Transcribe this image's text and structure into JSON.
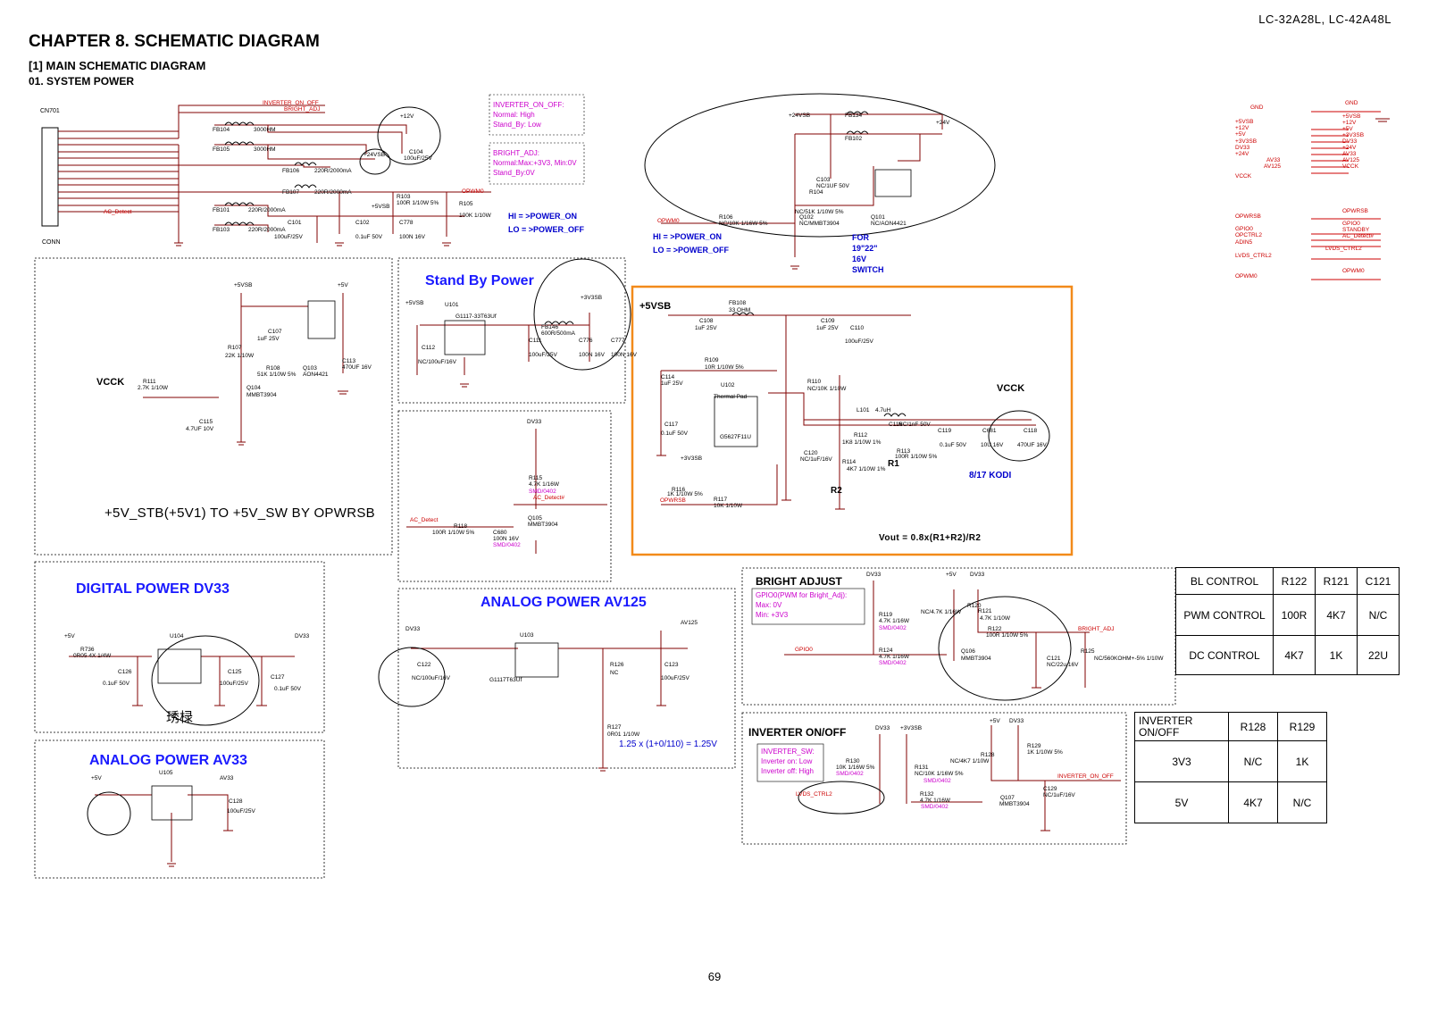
{
  "header": {
    "model": "LC-32A28L, LC-42A48L",
    "chapter": "CHAPTER 8. SCHEMATIC DIAGRAM",
    "section": "[1] MAIN SCHEMATIC DIAGRAM",
    "subsection": "01. SYSTEM POWER"
  },
  "sections": {
    "standby": "Stand By Power",
    "digital": "DIGITAL POWER DV33",
    "analog125": "ANALOG POWER AV125",
    "analog33": "ANALOG POWER AV33",
    "bright": "BRIGHT ADJUST",
    "inverter": "INVERTER ON/OFF"
  },
  "notes": {
    "stb_switch": "+5V_STB(+5V1) TO +5V_SW BY OPWRSB",
    "vout": "Vout = 0.8x(R1+R2)/R2",
    "av125_formula": "1.25 x (1+0/110) = 1.25V",
    "kodi": "8/17 KODI",
    "for_switch": [
      "FOR",
      "19\"22\"",
      "16V",
      "SWITCH"
    ],
    "power_on": "HI = >POWER_ON",
    "power_off": "LO = >POWER_OFF",
    "power_on2": "HI = >POWER_ON",
    "power_off2": "LO = >POWER_OFF",
    "inv_note": [
      "INVERTER_ON_OFF:",
      "Normal: High",
      "Stand_By: Low"
    ],
    "bright_note": [
      "BRIGHT_ADJ:",
      "Normal:Max:+3V3, Min:0V",
      "Stand_By:0V"
    ],
    "gpio_note": [
      "GPIO0(PWM for Bright_Adj):",
      "Max: 0V",
      "Min: +3V3"
    ],
    "inv_sw_note": [
      "INVERTER_SW:",
      "Inverter on: Low",
      "Inverter off: High"
    ],
    "rail_5vsb": "+5VSB",
    "vcck1": "VCCK",
    "vcck2": "VCCK",
    "r1": "R1",
    "r2": "R2",
    "conn_label": "CN701",
    "conn_sub": "CONN",
    "chinese": "琇椂"
  },
  "labels": [
    {
      "t": "INVERTER_ON_OFF",
      "c": "r"
    },
    {
      "t": "BRIGHT_ADJ",
      "c": "r"
    },
    {
      "t": "AC_Detect",
      "c": "r"
    },
    {
      "t": "OPWM0",
      "c": "r"
    },
    {
      "t": "+12V",
      "c": "k"
    },
    {
      "t": "+24VSB",
      "c": "k"
    },
    {
      "t": "+5VSB",
      "c": "k"
    },
    {
      "t": "FB104",
      "c": "k"
    },
    {
      "t": "FB105",
      "c": "k"
    },
    {
      "t": "FB106",
      "c": "k"
    },
    {
      "t": "FB107",
      "c": "k"
    },
    {
      "t": "FB101",
      "c": "k"
    },
    {
      "t": "FB103",
      "c": "k"
    },
    {
      "t": "3000HM",
      "c": "k"
    },
    {
      "t": "3000HM",
      "c": "k"
    },
    {
      "t": "220R/2000mA",
      "c": "k"
    },
    {
      "t": "220R/2000mA",
      "c": "k"
    },
    {
      "t": "220R/2000mA",
      "c": "k"
    },
    {
      "t": "220R/2000mA",
      "c": "k"
    },
    {
      "t": "C104",
      "c": "k"
    },
    {
      "t": "100uF/25V",
      "c": "k"
    },
    {
      "t": "R103",
      "c": "k"
    },
    {
      "t": "100R 1/10W 5%",
      "c": "k"
    },
    {
      "t": "R105",
      "c": "k"
    },
    {
      "t": "100K 1/10W",
      "c": "k"
    },
    {
      "t": "C101",
      "c": "k"
    },
    {
      "t": "100uF/25V",
      "c": "k"
    },
    {
      "t": "C102",
      "c": "k"
    },
    {
      "t": "0.1uF 50V",
      "c": "k"
    },
    {
      "t": "C778",
      "c": "k"
    },
    {
      "t": "100N 16V",
      "c": "k"
    },
    {
      "t": "FB134",
      "c": "k"
    },
    {
      "t": "FB102",
      "c": "k"
    },
    {
      "t": "+24VSB",
      "c": "k"
    },
    {
      "t": "+24V",
      "c": "k"
    },
    {
      "t": "C103",
      "c": "k"
    },
    {
      "t": "NC/1UF 50V",
      "c": "k"
    },
    {
      "t": "R104",
      "c": "k"
    },
    {
      "t": "NC/51K 1/10W 5%",
      "c": "k"
    },
    {
      "t": "R106",
      "c": "k"
    },
    {
      "t": "NC/10K 1/16W 5%",
      "c": "k"
    },
    {
      "t": "Q102",
      "c": "k"
    },
    {
      "t": "NC/MMBT3904",
      "c": "k"
    },
    {
      "t": "Q101",
      "c": "k"
    },
    {
      "t": "NC/AON4421",
      "c": "k"
    },
    {
      "t": "OPWM0",
      "c": "r"
    },
    {
      "t": "+5VSB",
      "c": "k"
    },
    {
      "t": "U101",
      "c": "k"
    },
    {
      "t": "G1117-33T63Uf",
      "c": "k"
    },
    {
      "t": "+3V3SB",
      "c": "k"
    },
    {
      "t": "FB146",
      "c": "k"
    },
    {
      "t": "600R/500mA",
      "c": "k"
    },
    {
      "t": "C112",
      "c": "k"
    },
    {
      "t": "NC/100uF/16V",
      "c": "k"
    },
    {
      "t": "C111",
      "c": "k"
    },
    {
      "t": "100uF/25V",
      "c": "k"
    },
    {
      "t": "C776",
      "c": "k"
    },
    {
      "t": "100N 16V",
      "c": "k"
    },
    {
      "t": "C777",
      "c": "k"
    },
    {
      "t": "100N 16V",
      "c": "k"
    },
    {
      "t": "+5VSB",
      "c": "k"
    },
    {
      "t": "+5V",
      "c": "k"
    },
    {
      "t": "R107",
      "c": "k"
    },
    {
      "t": "22K 1/10W",
      "c": "k"
    },
    {
      "t": "C107",
      "c": "k"
    },
    {
      "t": "1uF 25V",
      "c": "k"
    },
    {
      "t": "R108",
      "c": "k"
    },
    {
      "t": "51K 1/10W 5%",
      "c": "k"
    },
    {
      "t": "Q103",
      "c": "k"
    },
    {
      "t": "AON4421",
      "c": "k"
    },
    {
      "t": "C113",
      "c": "k"
    },
    {
      "t": "470UF 16V",
      "c": "k"
    },
    {
      "t": "R111",
      "c": "k"
    },
    {
      "t": "2.7K 1/10W",
      "c": "k"
    },
    {
      "t": "Q104",
      "c": "k"
    },
    {
      "t": "MMBT3904",
      "c": "k"
    },
    {
      "t": "C115",
      "c": "k"
    },
    {
      "t": "4.7UF 10V",
      "c": "k"
    },
    {
      "t": "DV33",
      "c": "k"
    },
    {
      "t": "R115",
      "c": "k"
    },
    {
      "t": "4.7K 1/16W",
      "c": "k"
    },
    {
      "t": "SMD/0402",
      "c": "m"
    },
    {
      "t": "AC_Detect#",
      "c": "r"
    },
    {
      "t": "AC_Detect",
      "c": "r"
    },
    {
      "t": "R118",
      "c": "k"
    },
    {
      "t": "100R 1/10W 5%",
      "c": "k"
    },
    {
      "t": "C680",
      "c": "k"
    },
    {
      "t": "100N 16V",
      "c": "k"
    },
    {
      "t": "SMD/0402",
      "c": "m"
    },
    {
      "t": "Q105",
      "c": "k"
    },
    {
      "t": "MMBT3904",
      "c": "k"
    },
    {
      "t": "FB108",
      "c": "k"
    },
    {
      "t": "33 OHM",
      "c": "k"
    },
    {
      "t": "C108",
      "c": "k"
    },
    {
      "t": "1uF 25V",
      "c": "k"
    },
    {
      "t": "C109",
      "c": "k"
    },
    {
      "t": "1uF 25V",
      "c": "k"
    },
    {
      "t": "C110",
      "c": "k"
    },
    {
      "t": "100uF/25V",
      "c": "k"
    },
    {
      "t": "R109",
      "c": "k"
    },
    {
      "t": "10R 1/10W 5%",
      "c": "k"
    },
    {
      "t": "C114",
      "c": "k"
    },
    {
      "t": "1uF 25V",
      "c": "k"
    },
    {
      "t": "U102",
      "c": "k"
    },
    {
      "t": "Thermal Pad",
      "c": "k"
    },
    {
      "t": "G5627F11U",
      "c": "k"
    },
    {
      "t": "R110",
      "c": "k"
    },
    {
      "t": "NC/10K 1/10W",
      "c": "k"
    },
    {
      "t": "L101",
      "c": "k"
    },
    {
      "t": "4.7uH",
      "c": "k"
    },
    {
      "t": "C116",
      "c": "k"
    },
    {
      "t": "NC/1nF 50V",
      "c": "k"
    },
    {
      "t": "C117",
      "c": "k"
    },
    {
      "t": "0.1uF 50V",
      "c": "k"
    },
    {
      "t": "R112",
      "c": "k"
    },
    {
      "t": "1K8 1/10W 1%",
      "c": "k"
    },
    {
      "t": "R113",
      "c": "k"
    },
    {
      "t": "100R 1/10W 5%",
      "c": "k"
    },
    {
      "t": "C119",
      "c": "k"
    },
    {
      "t": "0.1uF 50V",
      "c": "k"
    },
    {
      "t": "C681",
      "c": "k"
    },
    {
      "t": "10U 16V",
      "c": "k"
    },
    {
      "t": "C118",
      "c": "k"
    },
    {
      "t": "470UF 16V",
      "c": "k"
    },
    {
      "t": "C120",
      "c": "k"
    },
    {
      "t": "NC/1uF/16V",
      "c": "k"
    },
    {
      "t": "R114",
      "c": "k"
    },
    {
      "t": "4K7 1/10W 1%",
      "c": "k"
    },
    {
      "t": "+3V3SB",
      "c": "k"
    },
    {
      "t": "R116",
      "c": "k"
    },
    {
      "t": "1K 1/10W 5%",
      "c": "k"
    },
    {
      "t": "OPWRSB",
      "c": "r"
    },
    {
      "t": "R117",
      "c": "k"
    },
    {
      "t": "10K 1/10W",
      "c": "k"
    },
    {
      "t": "+5V",
      "c": "k"
    },
    {
      "t": "R736",
      "c": "k"
    },
    {
      "t": "0R05 4X 1/4W",
      "c": "k"
    },
    {
      "t": "U104",
      "c": "k"
    },
    {
      "t": "C126",
      "c": "k"
    },
    {
      "t": "0.1uF 50V",
      "c": "k"
    },
    {
      "t": "C125",
      "c": "k"
    },
    {
      "t": "100uF/25V",
      "c": "k"
    },
    {
      "t": "C127",
      "c": "k"
    },
    {
      "t": "0.1uF 50V",
      "c": "k"
    },
    {
      "t": "DV33",
      "c": "k"
    },
    {
      "t": "DV33",
      "c": "k"
    },
    {
      "t": "C122",
      "c": "k"
    },
    {
      "t": "NC/100uF/16V",
      "c": "k"
    },
    {
      "t": "U103",
      "c": "k"
    },
    {
      "t": "G1117T63Uf",
      "c": "k"
    },
    {
      "t": "AV125",
      "c": "k"
    },
    {
      "t": "R126",
      "c": "k"
    },
    {
      "t": "NC",
      "c": "k"
    },
    {
      "t": "C123",
      "c": "k"
    },
    {
      "t": "100uF/25V",
      "c": "k"
    },
    {
      "t": "R127",
      "c": "k"
    },
    {
      "t": "0R01 1/10W",
      "c": "k"
    },
    {
      "t": "+5V",
      "c": "k"
    },
    {
      "t": "U105",
      "c": "k"
    },
    {
      "t": "AV33",
      "c": "k"
    },
    {
      "t": "C128",
      "c": "k"
    },
    {
      "t": "100uF/25V",
      "c": "k"
    },
    {
      "t": "DV33",
      "c": "k"
    },
    {
      "t": "+5V",
      "c": "k"
    },
    {
      "t": "DV33",
      "c": "k"
    },
    {
      "t": "R119",
      "c": "k"
    },
    {
      "t": "4.7K 1/16W",
      "c": "k"
    },
    {
      "t": "SMD/0402",
      "c": "m"
    },
    {
      "t": "R120",
      "c": "k"
    },
    {
      "t": "NC/4.7K 1/16W",
      "c": "k"
    },
    {
      "t": "R121",
      "c": "k"
    },
    {
      "t": "4.7K 1/10W",
      "c": "k"
    },
    {
      "t": "R122",
      "c": "k"
    },
    {
      "t": "100R 1/10W 5%",
      "c": "k"
    },
    {
      "t": "BRIGHT_ADJ",
      "c": "r"
    },
    {
      "t": "GPIO0",
      "c": "r"
    },
    {
      "t": "R124",
      "c": "k"
    },
    {
      "t": "4.7K 1/16W",
      "c": "k"
    },
    {
      "t": "SMD/0402",
      "c": "m"
    },
    {
      "t": "Q106",
      "c": "k"
    },
    {
      "t": "MMBT3904",
      "c": "k"
    },
    {
      "t": "C121",
      "c": "k"
    },
    {
      "t": "NC/22u 16V",
      "c": "k"
    },
    {
      "t": "R125",
      "c": "k"
    },
    {
      "t": "NC/560KOHM+-5% 1/10W",
      "c": "k"
    },
    {
      "t": "DV33",
      "c": "k"
    },
    {
      "t": "+3V3SB",
      "c": "k"
    },
    {
      "t": "+5V",
      "c": "k"
    },
    {
      "t": "DV33",
      "c": "k"
    },
    {
      "t": "R130",
      "c": "k"
    },
    {
      "t": "10K 1/16W 5%",
      "c": "k"
    },
    {
      "t": "SMD/0402",
      "c": "m"
    },
    {
      "t": "R131",
      "c": "k"
    },
    {
      "t": "NC/10K 1/16W 5%",
      "c": "k"
    },
    {
      "t": "SMD/0402",
      "c": "m"
    },
    {
      "t": "R128",
      "c": "k"
    },
    {
      "t": "NC/4K7 1/10W",
      "c": "k"
    },
    {
      "t": "R129",
      "c": "k"
    },
    {
      "t": "1K 1/10W 5%",
      "c": "k"
    },
    {
      "t": "INVERTER_ON_OFF",
      "c": "r"
    },
    {
      "t": "LVDS_CTRL2",
      "c": "r"
    },
    {
      "t": "R132",
      "c": "k"
    },
    {
      "t": "4.7K 1/16W",
      "c": "k"
    },
    {
      "t": "SMD/0402",
      "c": "m"
    },
    {
      "t": "Q107",
      "c": "k"
    },
    {
      "t": "MMBT3904",
      "c": "k"
    },
    {
      "t": "C129",
      "c": "k"
    },
    {
      "t": "NC/1uF/16V",
      "c": "k"
    },
    {
      "t": "GND",
      "c": "r"
    },
    {
      "t": "GND",
      "c": "r"
    },
    {
      "t": "+5VSB",
      "c": "r"
    },
    {
      "t": "+12V",
      "c": "r"
    },
    {
      "t": "+5V",
      "c": "r"
    },
    {
      "t": "+3V3SB",
      "c": "r"
    },
    {
      "t": "DV33",
      "c": "r"
    },
    {
      "t": "+24V",
      "c": "r"
    },
    {
      "t": "AV33",
      "c": "r"
    },
    {
      "t": "AV125",
      "c": "r"
    },
    {
      "t": "VCCK",
      "c": "r"
    },
    {
      "t": "+5VSB",
      "c": "r"
    },
    {
      "t": "+12V",
      "c": "r"
    },
    {
      "t": "+5V",
      "c": "r"
    },
    {
      "t": "+3V3SB",
      "c": "r"
    },
    {
      "t": "DV33",
      "c": "r"
    },
    {
      "t": "+24V",
      "c": "r"
    },
    {
      "t": "AV33",
      "c": "r"
    },
    {
      "t": "AV125",
      "c": "r"
    },
    {
      "t": "VCCK",
      "c": "r"
    },
    {
      "t": "OPWRSB",
      "c": "r"
    },
    {
      "t": "OPWRSB",
      "c": "r"
    },
    {
      "t": "GPIO0",
      "c": "r"
    },
    {
      "t": "OPCTRL2",
      "c": "r"
    },
    {
      "t": "ADIN5",
      "c": "r"
    },
    {
      "t": "GPIO0",
      "c": "r"
    },
    {
      "t": "STANDBY",
      "c": "r"
    },
    {
      "t": "AC_Detect#",
      "c": "r"
    },
    {
      "t": "LVDS_CTRL2",
      "c": "r"
    },
    {
      "t": "LVDS_CTRL2",
      "c": "r"
    },
    {
      "t": "OPWM0",
      "c": "r"
    },
    {
      "t": "OPWM0",
      "c": "r"
    }
  ],
  "bl_table": {
    "headers": [
      "BL CONTROL",
      "R122",
      "R121",
      "C121"
    ],
    "rows": [
      [
        "PWM CONTROL",
        "100R",
        "4K7",
        "N/C"
      ],
      [
        "DC CONTROL",
        "4K7",
        "1K",
        "22U"
      ]
    ]
  },
  "inv_table": {
    "headers": [
      "INVERTER ON/OFF",
      "R128",
      "R129"
    ],
    "rows": [
      [
        "3V3",
        "N/C",
        "1K"
      ],
      [
        "5V",
        "4K7",
        "N/C"
      ]
    ]
  },
  "footer": {
    "page": "69"
  }
}
